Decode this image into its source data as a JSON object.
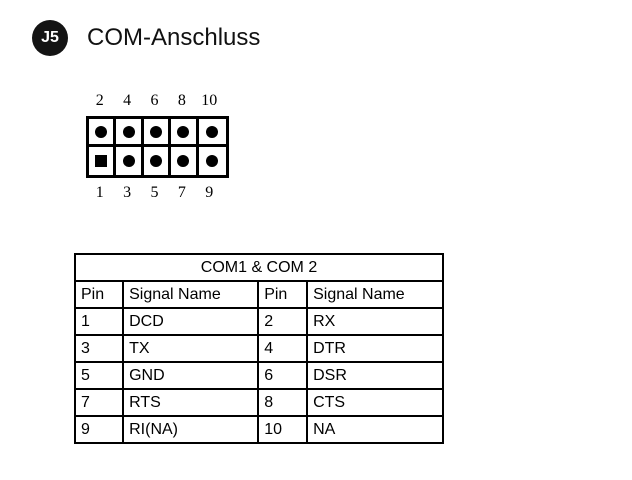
{
  "header": {
    "badge_label": "J5",
    "title": "COM-Anschluss"
  },
  "connector": {
    "name": "com-pin-header",
    "rows": 2,
    "columns": 5,
    "top_pin_labels": [
      "2",
      "4",
      "6",
      "8",
      "10"
    ],
    "bottom_pin_labels": [
      "1",
      "3",
      "5",
      "7",
      "9"
    ],
    "top_pin_shapes": [
      "circle",
      "circle",
      "circle",
      "circle",
      "circle"
    ],
    "bottom_pin_shapes": [
      "square",
      "circle",
      "circle",
      "circle",
      "circle"
    ],
    "key_pin": "1",
    "colors": {
      "pin": "#000000",
      "border": "#000000",
      "cell_fill": "#ffffff"
    }
  },
  "table": {
    "caption": "COM1 & COM 2",
    "headers": [
      "Pin",
      "Signal Name",
      "Pin",
      "Signal Name"
    ],
    "rows": [
      [
        "1",
        "DCD",
        "2",
        "RX"
      ],
      [
        "3",
        "TX",
        "4",
        "DTR"
      ],
      [
        "5",
        "GND",
        "6",
        "DSR"
      ],
      [
        "7",
        "RTS",
        "8",
        "CTS"
      ],
      [
        "9",
        "RI(NA)",
        "10",
        "NA"
      ]
    ]
  }
}
